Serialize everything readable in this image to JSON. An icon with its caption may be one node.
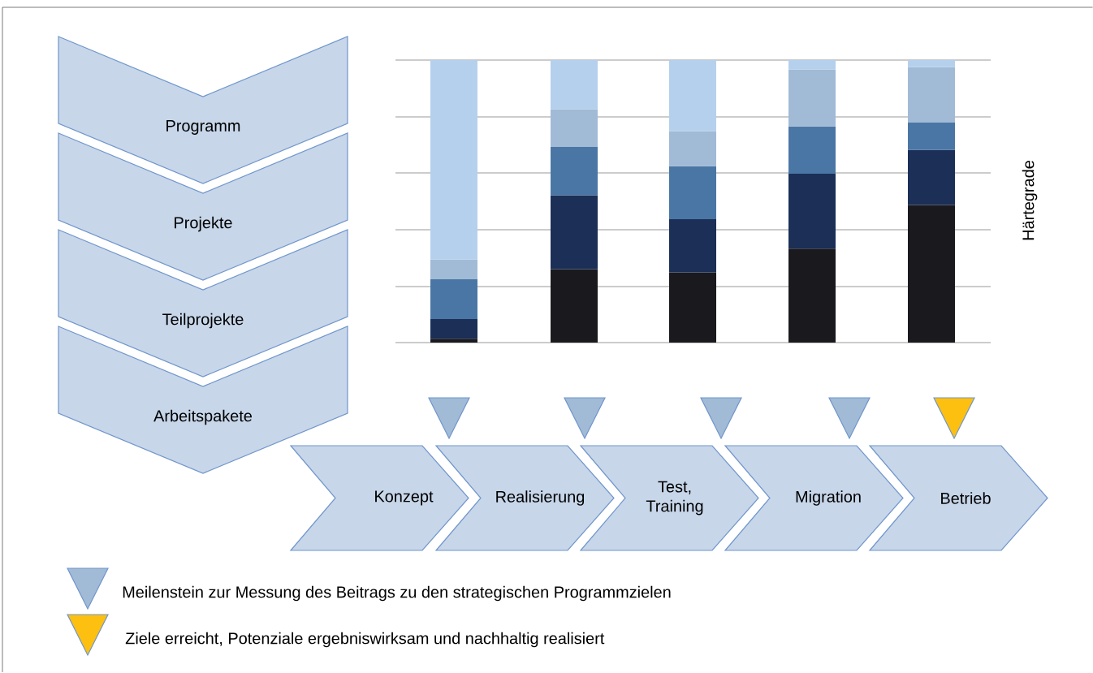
{
  "diagram": {
    "nodes": [
      {
        "text": [
          "Programm"
        ]
      },
      {
        "text": [
          "Projekte"
        ]
      },
      {
        "text": [
          "Teilprojekte"
        ]
      },
      {
        "text": [
          "Arbeitspakete"
        ]
      },
      {
        "text": [
          "Konzept"
        ]
      },
      {
        "text": [
          "Realisierung"
        ]
      },
      {
        "text": [
          "Test, Training"
        ]
      },
      {
        "text": [
          "Migration"
        ]
      },
      {
        "text": [
          "Betrieb"
        ]
      },
      {
        "text": [],
        "shape": "triangle"
      },
      {
        "text": [],
        "shape": "triangle"
      },
      {
        "text": [],
        "shape": "triangle"
      },
      {
        "text": [],
        "shape": "triangle"
      },
      {
        "text": [],
        "shape": "triangle"
      }
    ],
    "edges": [],
    "labels": [
      "Härtegrade"
    ],
    "legend": [
      {
        "text": "Meilenstein zur Messung des Beitrags zu den strategischen Programmzielen"
      },
      {
        "text": "Ziele erreicht, Potenziale ergebniswirksam und nachhaltig realisiert"
      }
    ]
  }
}
